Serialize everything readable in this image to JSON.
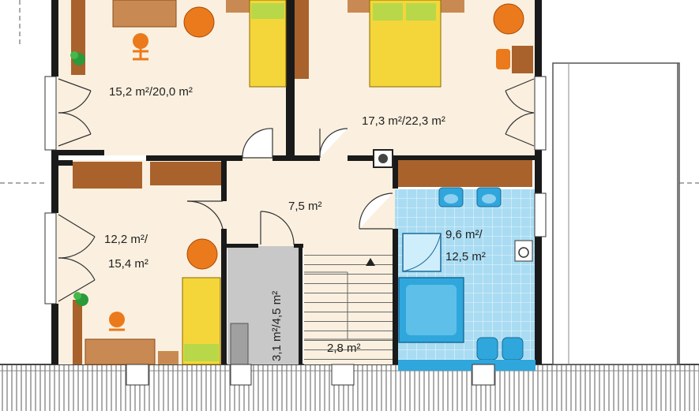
{
  "rooms": {
    "bedroom_top_left": {
      "area": "15,2 m²/20,0 m²"
    },
    "bedroom_top_right": {
      "area": "17,3 m²/22,3 m²"
    },
    "hall": {
      "area": "7,5 m²"
    },
    "bedroom_bottom_left": {
      "area_line1": "12,2 m²/",
      "area_line2": "15,4 m²"
    },
    "bathroom": {
      "area_line1": "9,6 m²/",
      "area_line2": "12,5 m²"
    },
    "storage": {
      "area": "3,1 m²/4,5 m²"
    },
    "stair_landing": {
      "area": "2,8 m²"
    }
  },
  "colors": {
    "floor": "#fbf0df",
    "wall": "#1a1a1a",
    "furniture_wood": "#a9622c",
    "bed": "#f4d63a",
    "pillow": "#b8d84a",
    "chair": "#ea7a1c",
    "bathroom_tile": "#a9dcf2",
    "fixture_blue": "#2fa7dc",
    "storage_grey": "#c8c8c8",
    "terrace_hatch": "#555555"
  }
}
